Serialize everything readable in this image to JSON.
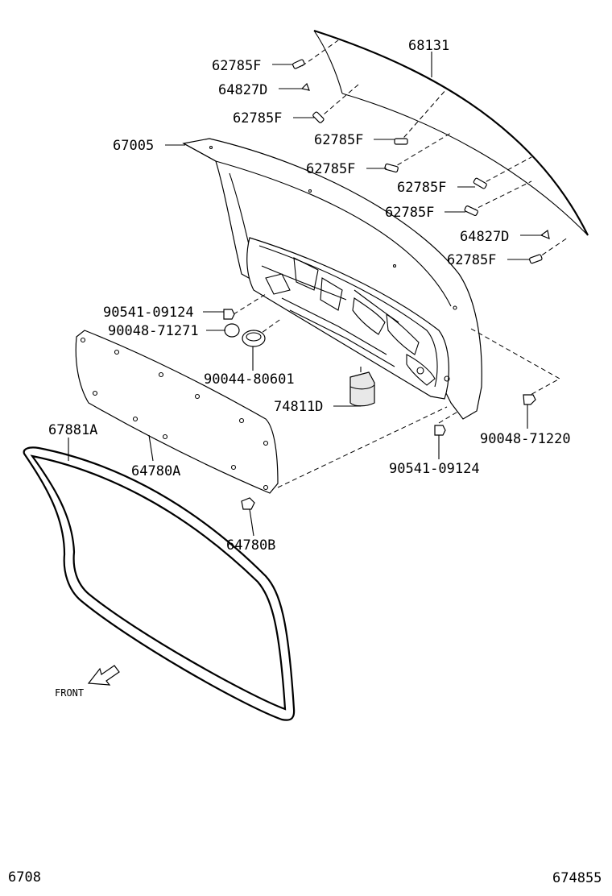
{
  "labels": {
    "p68131": "68131",
    "p62785F_1": "62785F",
    "p64827D_1": "64827D",
    "p62785F_2": "62785F",
    "p67005": "67005",
    "p62785F_3": "62785F",
    "p62785F_4": "62785F",
    "p62785F_5": "62785F",
    "p62785F_6": "62785F",
    "p64827D_2": "64827D",
    "p62785F_7": "62785F",
    "p90541_1": "90541-09124",
    "p90048_71271": "90048-71271",
    "p90044": "90044-80601",
    "p74811D": "74811D",
    "p90048_71220": "90048-71220",
    "p67881A": "67881A",
    "p64780A": "64780A",
    "p90541_2": "90541-09124",
    "p64780B": "64780B"
  },
  "front_label": "FRONT",
  "footer": {
    "left": "6708",
    "right": "674855"
  }
}
